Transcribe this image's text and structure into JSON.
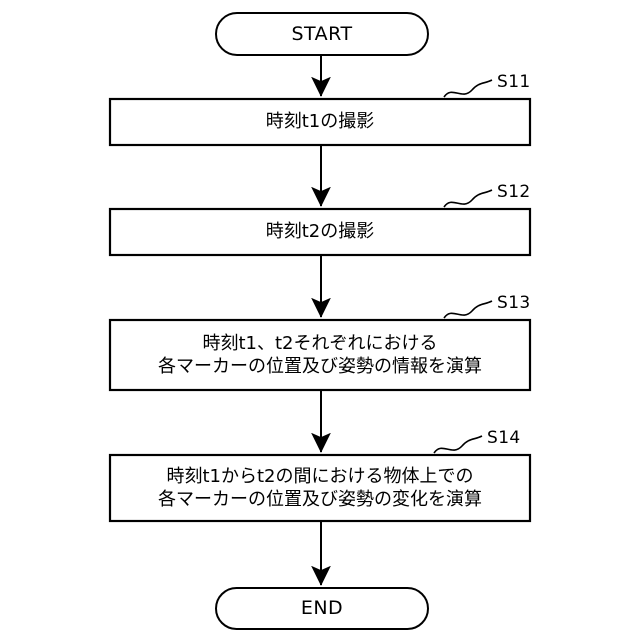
{
  "diagram": {
    "type": "flowchart",
    "title": "",
    "background_color": "#ffffff",
    "line_color": "#000000",
    "fill_color": "#ffffff"
  },
  "nodes": [
    {
      "id": "start",
      "shape": "terminal",
      "label": "START",
      "step_label": "",
      "lines": [
        "START"
      ]
    },
    {
      "id": "s11",
      "shape": "process",
      "step_label": "S11",
      "lines": [
        "時刻t1の撮影"
      ]
    },
    {
      "id": "s12",
      "shape": "process",
      "step_label": "S12",
      "lines": [
        "時刻t2の撮影"
      ]
    },
    {
      "id": "s13",
      "shape": "process",
      "step_label": "S13",
      "lines": [
        "時刻t1、t2それぞれにおける",
        "各マーカーの位置及び姿勢の情報を演算"
      ]
    },
    {
      "id": "s14",
      "shape": "process",
      "step_label": "S14",
      "lines": [
        "時刻t1からt2の間における物体上での",
        "各マーカーの位置及び姿勢の変化を演算"
      ]
    },
    {
      "id": "end",
      "shape": "terminal",
      "label": "END",
      "step_label": "",
      "lines": [
        "END"
      ]
    }
  ],
  "connectors": [
    {
      "from": "start",
      "to": "s11",
      "arrow": "filled-triangle"
    },
    {
      "from": "s11",
      "to": "s12",
      "arrow": "filled-triangle"
    },
    {
      "from": "s12",
      "to": "s13",
      "arrow": "filled-triangle"
    },
    {
      "from": "s13",
      "to": "s14",
      "arrow": "filled-triangle"
    },
    {
      "from": "s14",
      "to": "end",
      "arrow": "filled-triangle"
    }
  ]
}
